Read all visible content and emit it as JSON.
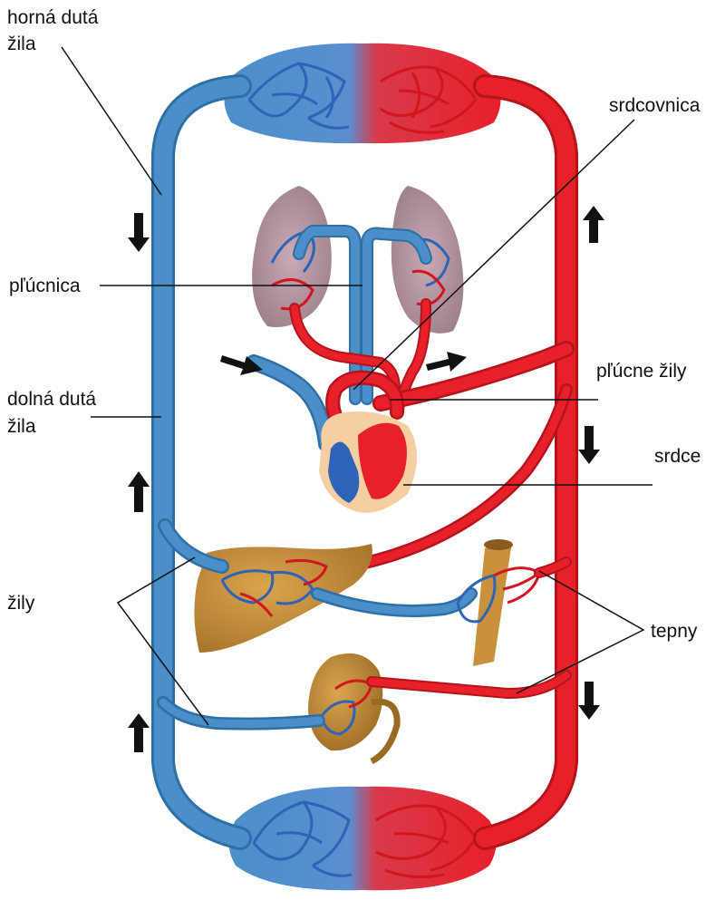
{
  "labels": {
    "horna_duta_zila_1": "horná dutá",
    "horna_duta_zila_2": "žila",
    "srdcovnica": "srdcovnica",
    "plucnica": "pľúcnica",
    "plucne_zily": "pľúcne žily",
    "dolna_duta_zila_1": "dolná dutá",
    "dolna_duta_zila_2": "žila",
    "srdce": "srdce",
    "zily": "žily",
    "tepny": "tepny"
  },
  "colors": {
    "vein": "#4a8fc8",
    "artery": "#e8202a",
    "organ_liver": "#c9913c",
    "organ_lung": "#b79aa6",
    "heart_tissue": "#f4cfa2"
  },
  "icons": {
    "flow_arrow": "arrow-icon"
  }
}
